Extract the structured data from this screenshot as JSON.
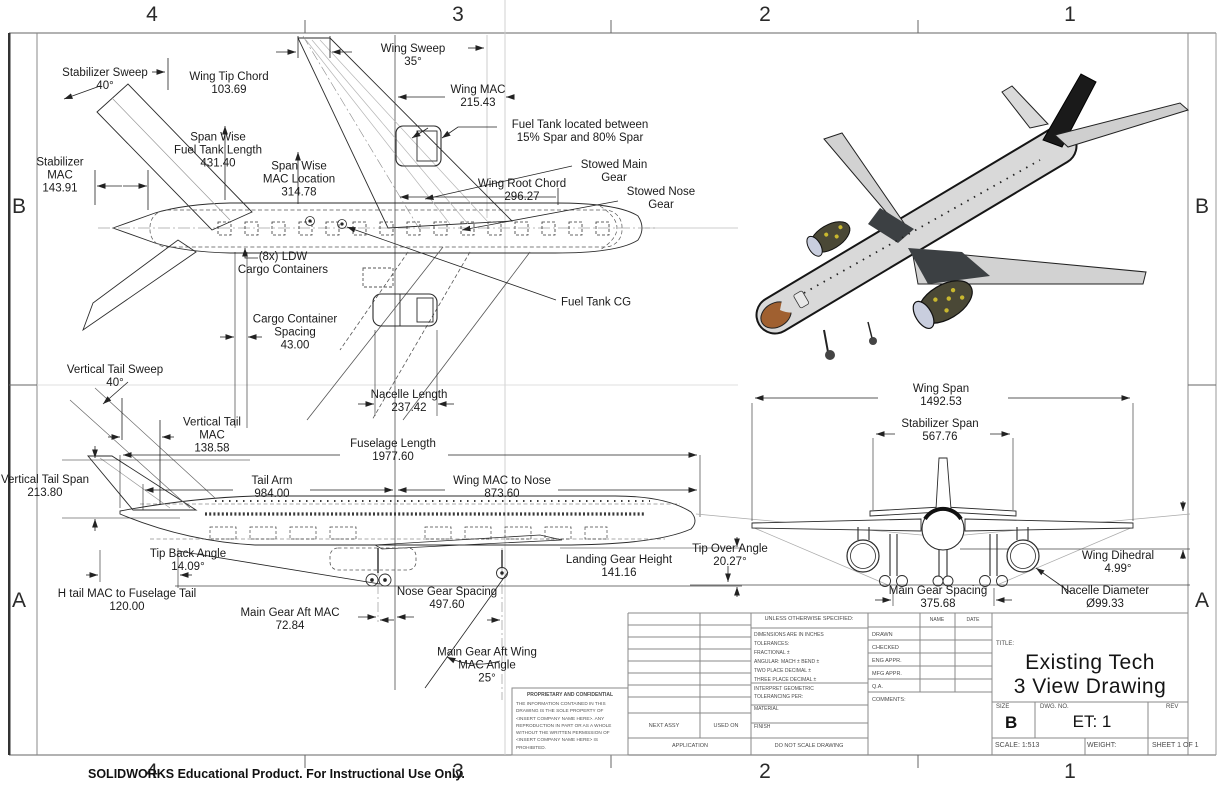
{
  "sheet": {
    "zones": {
      "cols_top": [
        "4",
        "3",
        "2",
        "1"
      ],
      "cols_bottom": [
        "4",
        "3",
        "2",
        "1"
      ],
      "rows_left": [
        "B",
        "A"
      ],
      "rows_right": [
        "B",
        "A"
      ]
    },
    "footer": "SOLIDWORKS Educational Product. For Instructional Use Only."
  },
  "top_view": {
    "dims": [
      {
        "l1": "Stabilizer Sweep",
        "v": "40°"
      },
      {
        "l1": "Wing Tip Chord",
        "v": "103.69"
      },
      {
        "l1": "Wing Sweep",
        "v": "35°"
      },
      {
        "l1": "Wing MAC",
        "v": "215.43"
      },
      {
        "l1": "Span Wise",
        "l2": "Fuel Tank Length",
        "v": "431.40"
      },
      {
        "l1": "Span Wise",
        "l2": "MAC Location",
        "v": "314.78"
      },
      {
        "l1": "Fuel Tank located between",
        "l2": "15% Spar and 80% Spar"
      },
      {
        "l1": "Stabilizer",
        "l2": "MAC",
        "v": "143.91"
      },
      {
        "l1": "Wing Root Chord",
        "v": "296.27"
      },
      {
        "l1": "Stowed Main",
        "l2": "Gear"
      },
      {
        "l1": "Stowed Nose",
        "l2": "Gear"
      },
      {
        "l1": "(8x) LDW",
        "l2": "Cargo Containers"
      },
      {
        "l1": "Cargo Container",
        "l2": "Spacing",
        "v": "43.00"
      },
      {
        "l1": "Fuel Tank CG"
      },
      {
        "l1": "Nacelle Length",
        "v": "237.42"
      }
    ]
  },
  "side_view": {
    "dims": [
      {
        "l1": "Vertical Tail Sweep",
        "v": "40°"
      },
      {
        "l1": "Vertical Tail",
        "l2": "MAC",
        "v": "138.58"
      },
      {
        "l1": "Fuselage Length",
        "v": "1977.60"
      },
      {
        "l1": "Tail Arm",
        "v": "984.00"
      },
      {
        "l1": "Wing MAC to Nose",
        "v": "873.60"
      },
      {
        "l1": "Vertical Tail Span",
        "v": "213.80"
      },
      {
        "l1": "Tip Back Angle",
        "v": "14.09°"
      },
      {
        "l1": "H tail MAC to Fuselage Tail",
        "v": "120.00"
      },
      {
        "l1": "Main Gear Aft MAC",
        "v": "72.84"
      },
      {
        "l1": "Nose Gear Spacing",
        "v": "497.60"
      },
      {
        "l1": "Landing Gear Height",
        "v": "141.16"
      },
      {
        "l1": "Main Gear Aft Wing",
        "l2": "MAC Angle",
        "v": "25°"
      }
    ]
  },
  "front_view": {
    "dims": [
      {
        "l1": "Wing Span",
        "v": "1492.53"
      },
      {
        "l1": "Stabilizer Span",
        "v": "567.76"
      },
      {
        "l1": "Tip Over Angle",
        "v": "20.27°"
      },
      {
        "l1": "Wing Dihedral",
        "v": "4.99°"
      },
      {
        "l1": "Main Gear Spacing",
        "v": "375.68"
      },
      {
        "l1": "Nacelle Diameter",
        "v": "Ø99.33"
      }
    ]
  },
  "title_block": {
    "unless": "UNLESS OTHERWISE SPECIFIED:",
    "tol": [
      "DIMENSIONS ARE IN INCHES",
      "TOLERANCES:",
      "FRACTIONAL ±",
      "ANGULAR: MACH ±   BEND ±",
      "TWO PLACE DECIMAL    ±",
      "THREE PLACE DECIMAL  ±"
    ],
    "interpret1": "INTERPRET GEOMETRIC",
    "interpret2": "TOLERANCING PER:",
    "material": "MATERIAL",
    "finish": "FINISH",
    "do_not_scale": "DO NOT SCALE DRAWING",
    "next_assy": "NEXT ASSY",
    "used_on": "USED ON",
    "application": "APPLICATION",
    "name": "NAME",
    "date": "DATE",
    "approvals": [
      "DRAWN",
      "CHECKED",
      "ENG APPR.",
      "MFG APPR.",
      "Q.A."
    ],
    "comments": "COMMENTS:",
    "prop_title": "PROPRIETARY AND CONFIDENTIAL",
    "prop_body": "THE INFORMATION CONTAINED IN THIS DRAWING IS THE SOLE PROPERTY OF <INSERT COMPANY NAME HERE>.  ANY REPRODUCTION IN PART OR AS A WHOLE WITHOUT THE WRITTEN PERMISSION OF <INSERT COMPANY NAME HERE> IS PROHIBITED.",
    "title_label": "TITLE:",
    "title1": "Existing Tech",
    "title2": "3 View Drawing",
    "size_label": "SIZE",
    "size": "B",
    "dwg_label": "DWG.  NO.",
    "dwg_no": "ET: 1",
    "rev_label": "REV",
    "scale": "SCALE: 1:513",
    "weight": "WEIGHT:",
    "sheet": "SHEET 1 OF 1"
  }
}
